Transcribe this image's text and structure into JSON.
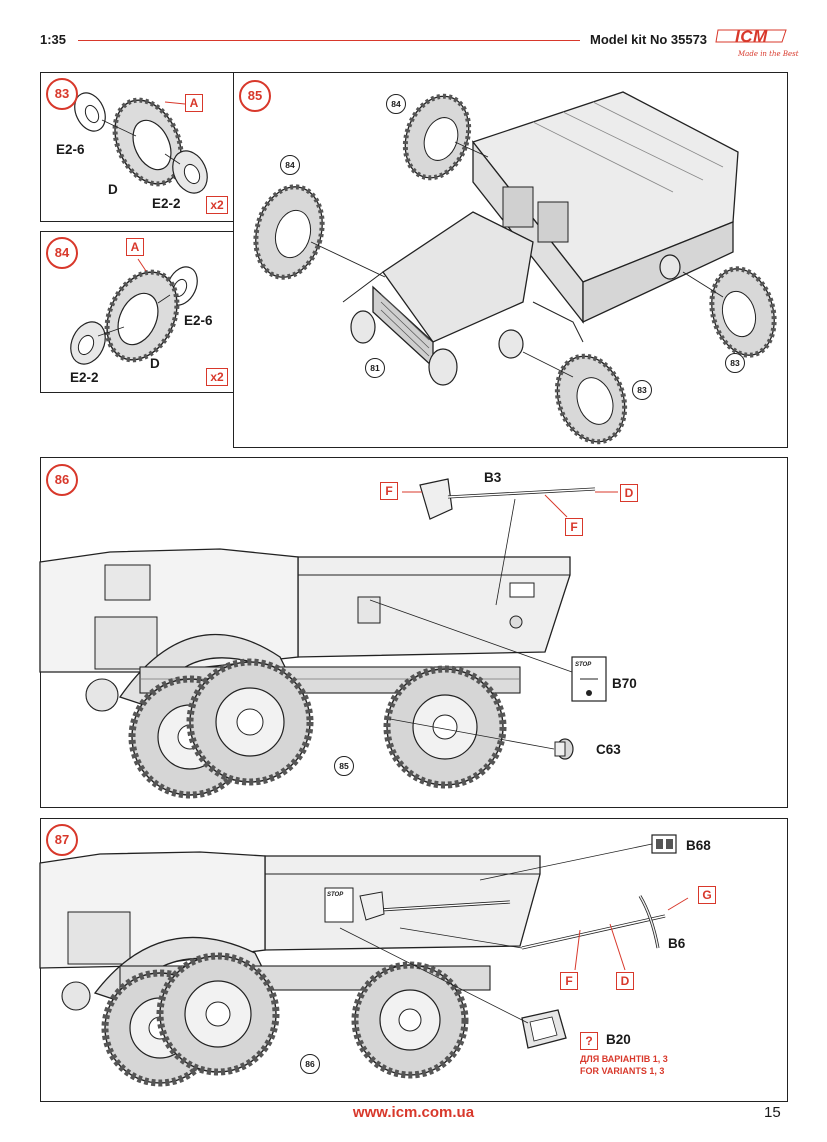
{
  "header": {
    "scale": "1:35",
    "kit_label": "Model kit No 35573",
    "brand": "ICM",
    "brand_tagline": "Made in the Best"
  },
  "steps": {
    "s83": {
      "number": "83",
      "part_tag": "A",
      "parts": [
        "E2-6",
        "D",
        "E2-2"
      ],
      "multiplier": "x2"
    },
    "s84": {
      "number": "84",
      "part_tag": "A",
      "parts": [
        "E2-6",
        "D",
        "E2-2"
      ],
      "multiplier": "x2"
    },
    "s85": {
      "number": "85",
      "refs": [
        "84",
        "84",
        "81",
        "83",
        "83"
      ]
    },
    "s86": {
      "number": "86",
      "tags": [
        "F",
        "D",
        "F"
      ],
      "parts": [
        "B3",
        "B70",
        "C63"
      ],
      "ref": "85",
      "sign": "STOP"
    },
    "s87": {
      "number": "87",
      "tags": [
        "G",
        "F",
        "D"
      ],
      "parts": [
        "B68",
        "B6",
        "B20"
      ],
      "ref": "86",
      "question": "?",
      "variant_note_ua": "ДЛЯ ВАРІАНТІВ 1, 3",
      "variant_note_en": "FOR VARIANTS 1, 3",
      "sign": "STOP"
    }
  },
  "footer": {
    "url": "www.icm.com.ua",
    "page": "15"
  },
  "colors": {
    "accent": "#d8382b",
    "line": "#222222"
  }
}
